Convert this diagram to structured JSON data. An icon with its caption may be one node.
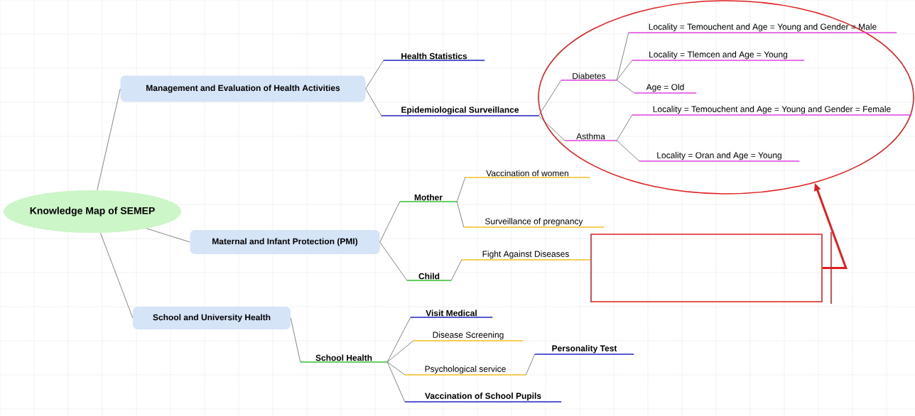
{
  "diagram": {
    "nodes": [
      {
        "text": [
          "Knowledge Map of SEMEP"
        ]
      },
      {
        "text": [
          "Management and Evaluation of Health Activities"
        ]
      },
      {
        "text": [
          "Health Statistics"
        ]
      },
      {
        "text": [
          "Epidemiological Surveillance"
        ]
      },
      {
        "text": [],
        "shape": "ellipse"
      },
      {
        "text": [
          "Diabetes"
        ],
        "in": 4
      },
      {
        "text": [
          "Locality = Temouchent and Age = Young and Gender = Male"
        ],
        "in": 4
      },
      {
        "text": [
          "Locality = Tlemcen and Age = Young"
        ],
        "in": 4
      },
      {
        "text": [
          "Age = Old"
        ],
        "in": 4
      },
      {
        "text": [
          "Asthma"
        ],
        "in": 4
      },
      {
        "text": [
          "Locality = Temouchent and Age = Young and Gender = Female"
        ],
        "in": 4
      },
      {
        "text": [
          "Locality = Oran and Age = Young"
        ],
        "in": 4
      },
      {
        "text": [
          "Maternal and Infant Protection (PMI)"
        ]
      },
      {
        "text": [
          "Mother"
        ]
      },
      {
        "text": [
          "Vaccination of women"
        ]
      },
      {
        "text": [
          "Surveillance of pregnancy"
        ]
      },
      {
        "text": [
          "Child"
        ]
      },
      {
        "text": [
          "Fight Against Diseases"
        ]
      },
      {
        "text": [
          "School and University Health"
        ]
      },
      {
        "text": [
          "School Health"
        ]
      },
      {
        "text": [
          "Visit Medical"
        ]
      },
      {
        "text": [
          "Disease Screening"
        ]
      },
      {
        "text": [
          "Psychological service"
        ]
      },
      {
        "text": [
          "Personality Test"
        ]
      },
      {
        "text": [
          "Vaccination of School Pupils"
        ]
      },
      {
        "text": [],
        "shape": "box"
      }
    ],
    "edges": [
      {
        "from": 0,
        "to": 1,
        "arrow": "none"
      },
      {
        "from": 0,
        "to": 12,
        "arrow": "none"
      },
      {
        "from": 0,
        "to": 18,
        "arrow": "none"
      },
      {
        "from": 1,
        "to": 2,
        "arrow": "none"
      },
      {
        "from": 1,
        "to": 3,
        "arrow": "none"
      },
      {
        "from": 3,
        "to": 5,
        "arrow": "none"
      },
      {
        "from": 3,
        "to": 9,
        "arrow": "none"
      },
      {
        "from": 5,
        "to": 6,
        "arrow": "none"
      },
      {
        "from": 5,
        "to": 7,
        "arrow": "none"
      },
      {
        "from": 5,
        "to": 8,
        "arrow": "none"
      },
      {
        "from": 9,
        "to": 10,
        "arrow": "none"
      },
      {
        "from": 9,
        "to": 11,
        "arrow": "none"
      },
      {
        "from": 12,
        "to": 13,
        "arrow": "none"
      },
      {
        "from": 12,
        "to": 16,
        "arrow": "none"
      },
      {
        "from": 13,
        "to": 14,
        "arrow": "none"
      },
      {
        "from": 13,
        "to": 15,
        "arrow": "none"
      },
      {
        "from": 16,
        "to": 17,
        "arrow": "none"
      },
      {
        "from": 18,
        "to": 19,
        "arrow": "none"
      },
      {
        "from": 19,
        "to": 20,
        "arrow": "none"
      },
      {
        "from": 19,
        "to": 21,
        "arrow": "none"
      },
      {
        "from": 19,
        "to": 22,
        "arrow": "none"
      },
      {
        "from": 19,
        "to": 24,
        "arrow": "none"
      },
      {
        "from": 22,
        "to": 23,
        "arrow": "none"
      },
      {
        "from": 25,
        "to": 4,
        "arrow": "to",
        "style": "thick",
        "color": "#e02020"
      }
    ]
  }
}
